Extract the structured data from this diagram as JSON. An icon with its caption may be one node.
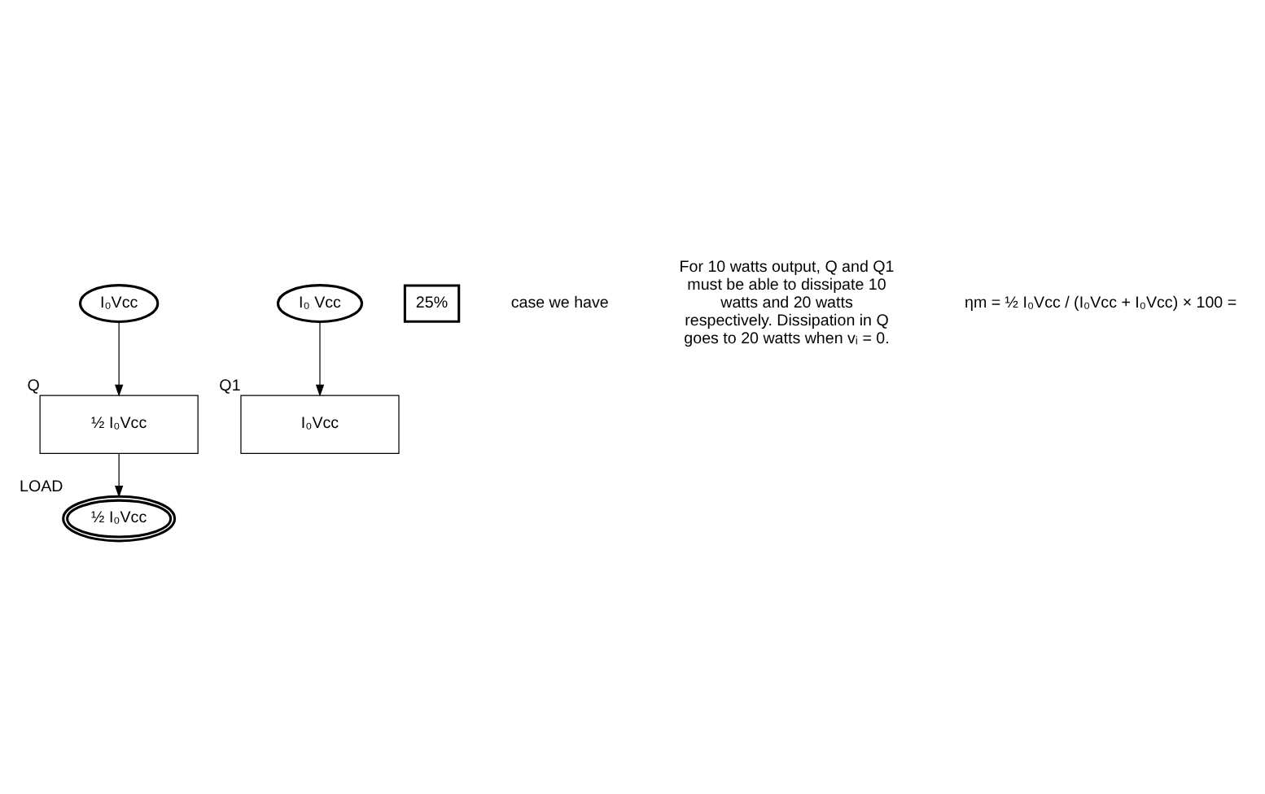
{
  "diagram": {
    "nodes": [
      {
        "text": [
          "I₀Vcc"
        ]
      },
      {
        "text": [
          "½ I₀Vcc"
        ],
        "beside": [
          "Q"
        ]
      },
      {
        "text": [
          "½ I₀Vcc"
        ],
        "beside": [
          "LOAD"
        ]
      },
      {
        "text": [
          "I₀Vcc"
        ],
        "beside": [
          "Q1"
        ]
      },
      {
        "text": [
          "I₀ Vcc"
        ]
      },
      {
        "text": [
          "25%"
        ]
      }
    ],
    "edges": [
      {
        "from": 0,
        "to": 1,
        "arrow": "to"
      },
      {
        "from": 1,
        "to": 2,
        "arrow": "to"
      },
      {
        "from": 4,
        "to": 3,
        "arrow": "to"
      }
    ],
    "labels": [
      "case we have",
      "For 10 watts output, Q and Q1 must be able to dissipate 10 watts and 20 watts respectively. Dissipation in Q goes to 20 watts when vᵢ = 0.",
      "ηm = ½ I₀Vcc / (I₀Vcc + I₀Vcc) × 100 ="
    ]
  }
}
